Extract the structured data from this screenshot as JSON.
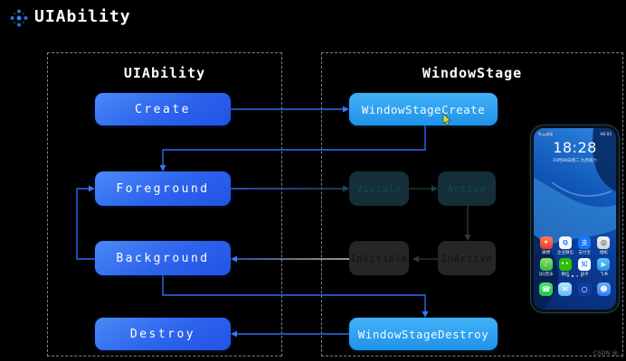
{
  "header": {
    "title": "UIAbility"
  },
  "containers": {
    "left": {
      "title": "UIAbility"
    },
    "right": {
      "title": "WindowStage"
    }
  },
  "nodes": {
    "create": "Create",
    "foreground": "Foreground",
    "background": "Background",
    "destroy": "Destroy",
    "window_stage_create": "WindowStageCreate",
    "visible": "Visible",
    "active": "Active",
    "invisible": "InVisible",
    "inactive": "InActive",
    "window_stage_destroy": "WindowStageDestroy"
  },
  "edges": [
    {
      "from": "Create",
      "to": "WindowStageCreate"
    },
    {
      "from": "WindowStageCreate",
      "to": "Foreground"
    },
    {
      "from": "Foreground",
      "to": "Visible"
    },
    {
      "from": "Visible",
      "to": "Active"
    },
    {
      "from": "Active",
      "to": "InActive"
    },
    {
      "from": "InActive",
      "to": "InVisible"
    },
    {
      "from": "InVisible",
      "to": "Background"
    },
    {
      "from": "Background",
      "to": "Foreground"
    },
    {
      "from": "Background",
      "to": "WindowStageDestroy"
    },
    {
      "from": "WindowStageDestroy",
      "to": "Destroy"
    }
  ],
  "phone": {
    "status_left": "中国移动",
    "status_right": "HD 85",
    "time": "18:28",
    "date": "10月08日周二 九月初六",
    "apps": [
      {
        "name": "weibo-app-icon",
        "label": "微博",
        "glyph": "✦"
      },
      {
        "name": "wecom-app-icon",
        "label": "企业微信",
        "glyph": "Q"
      },
      {
        "name": "alipay-app-icon",
        "label": "支付宝",
        "glyph": "支"
      },
      {
        "name": "camera-app-icon",
        "label": "相机",
        "glyph": "◎"
      },
      {
        "name": "music-app-icon",
        "label": "QQ音乐",
        "glyph": "♪"
      },
      {
        "name": "wechat-app-icon",
        "label": "微信",
        "glyph": "••"
      },
      {
        "name": "zhihu-app-icon",
        "label": "知乎",
        "glyph": "知"
      },
      {
        "name": "feishu-app-icon",
        "label": "飞书",
        "glyph": "▶"
      }
    ],
    "dock": [
      {
        "name": "phone-app-icon",
        "glyph": "☎"
      },
      {
        "name": "messages-app-icon",
        "glyph": "✉"
      },
      {
        "name": "browser-app-icon",
        "glyph": "○"
      },
      {
        "name": "contacts-app-icon",
        "glyph": "☻"
      }
    ]
  },
  "watermark": "CSDN @...",
  "colors": {
    "background": "#000000",
    "accent_blue": "#2f6df0",
    "box_blue_start": "#4a8af8",
    "box_blue_end": "#2353e5",
    "box_cyan_start": "#41b1f6",
    "box_cyan_end": "#1f93ea",
    "dim_teal_bg": "#152f3a",
    "dim_teal_text": "#0d4a5a",
    "dim_gray_bg": "#262626",
    "dashed_border": "#7d828c"
  }
}
